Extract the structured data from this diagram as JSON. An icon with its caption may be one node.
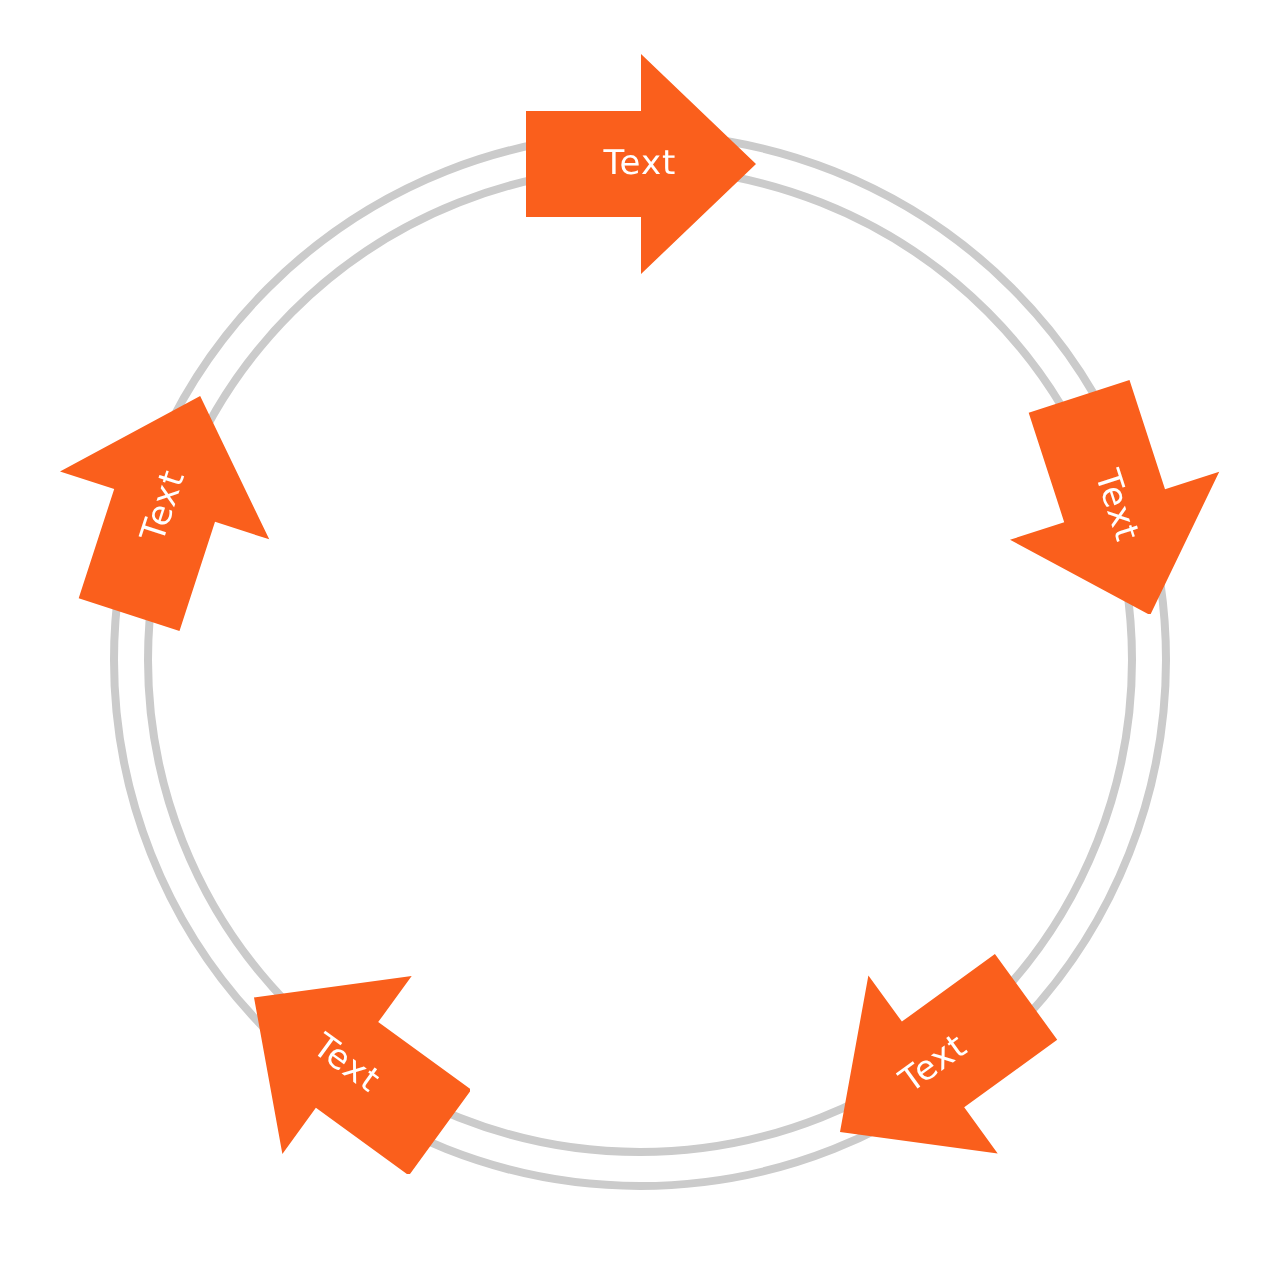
{
  "diagram": {
    "nodes": [
      {
        "text": [
          "Text"
        ]
      },
      {
        "text": [
          "Text"
        ]
      },
      {
        "text": [
          "Text"
        ]
      },
      {
        "text": [
          "Text"
        ]
      },
      {
        "text": [
          "Text"
        ]
      }
    ]
  }
}
